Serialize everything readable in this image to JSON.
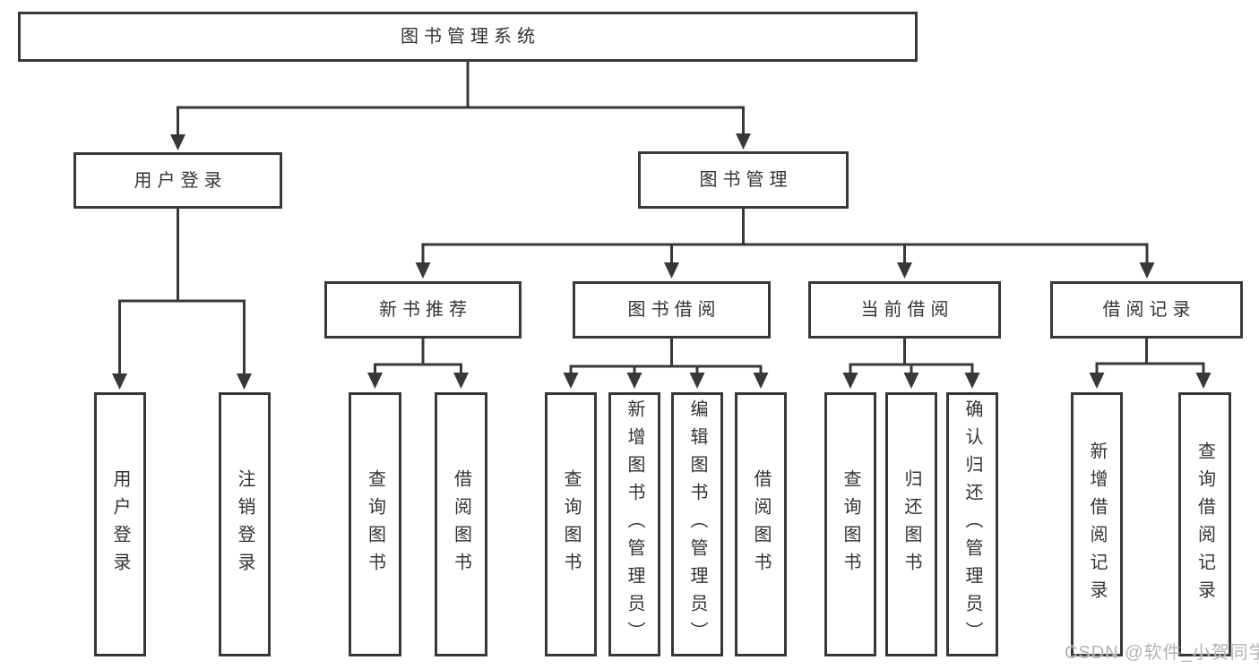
{
  "colors": {
    "line": "#383838",
    "box_border": "#383838",
    "text": "#333333",
    "watermark": "#b3b3b3",
    "background": "#ffffff"
  },
  "watermark": {
    "text": "CSDN @软件_小贺同学"
  },
  "tree": {
    "root": {
      "label": "图书管理系统",
      "children": [
        {
          "label": "用户登录",
          "children": [
            {
              "label": "用户登录"
            },
            {
              "label": "注销登录"
            }
          ]
        },
        {
          "label": "图书管理",
          "children": [
            {
              "label": "新书推荐",
              "children": [
                {
                  "label": "查询图书"
                },
                {
                  "label": "借阅图书"
                }
              ]
            },
            {
              "label": "图书借阅",
              "children": [
                {
                  "label": "查询图书"
                },
                {
                  "label": "新增图书（管理员）"
                },
                {
                  "label": "编辑图书（管理员）"
                },
                {
                  "label": "借阅图书"
                }
              ]
            },
            {
              "label": "当前借阅",
              "children": [
                {
                  "label": "查询图书"
                },
                {
                  "label": "归还图书"
                },
                {
                  "label": "确认归还（管理员）"
                }
              ]
            },
            {
              "label": "借阅记录",
              "children": [
                {
                  "label": "新增借阅记录"
                },
                {
                  "label": "查询借阅记录"
                }
              ]
            }
          ]
        }
      ]
    }
  }
}
